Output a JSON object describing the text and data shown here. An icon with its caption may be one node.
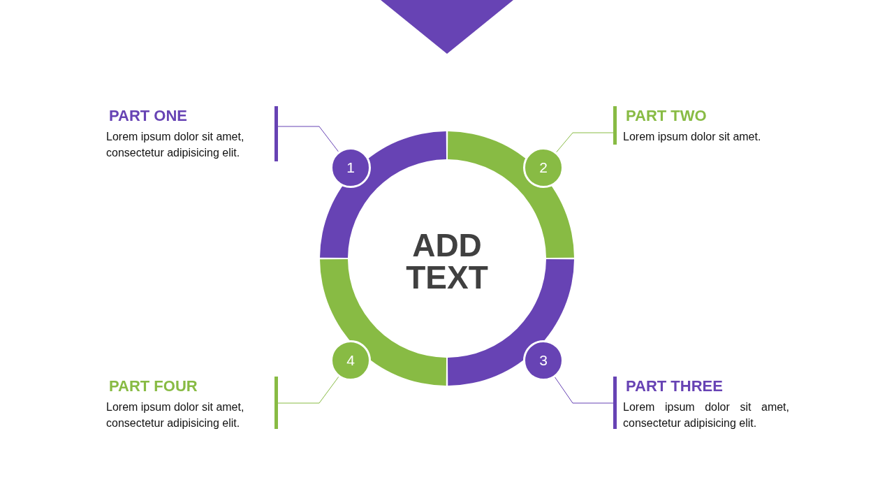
{
  "diagram": {
    "nodes": [
      {
        "text": [
          "ADD TEXT"
        ]
      },
      {
        "text": [
          "1"
        ]
      },
      {
        "text": [
          "2"
        ]
      },
      {
        "text": [
          "3"
        ]
      },
      {
        "text": [
          "4"
        ]
      },
      {
        "text": [
          "PART ONE",
          "Lorem ipsum dolor sit amet, consectetur adipisicing elit."
        ]
      },
      {
        "text": [
          "PART TWO",
          "Lorem ipsum dolor sit amet."
        ]
      },
      {
        "text": [
          "PART THREE",
          "Lorem ipsum dolor sit amet, consectetur adipisicing elit."
        ]
      },
      {
        "text": [
          "PART FOUR",
          "Lorem ipsum dolor sit amet, consectetur adipisicing elit."
        ]
      },
      {
        "text": [],
        "shape": "triangle"
      }
    ],
    "edges": [
      {
        "from": 1,
        "to": 5,
        "arrow": "none",
        "color": "#6743b4"
      },
      {
        "from": 2,
        "to": 6,
        "arrow": "none",
        "color": "#88bb44"
      },
      {
        "from": 3,
        "to": 7,
        "arrow": "none",
        "color": "#6743b4"
      },
      {
        "from": 4,
        "to": 8,
        "arrow": "none",
        "color": "#88bb44"
      }
    ]
  }
}
